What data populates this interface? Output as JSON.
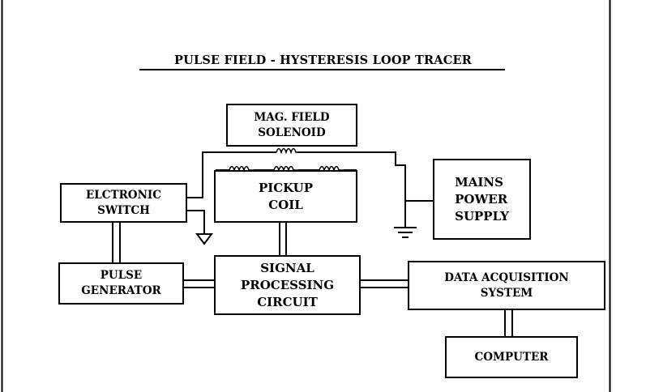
{
  "diagram": {
    "title": "PULSE  FIELD - HYSTERESIS LOOP TRACER",
    "blocks": {
      "solenoid": "MAG. FIELD\nSOLENOID",
      "mains": "MAINS\nPOWER\nSUPPLY",
      "switch": "ELCTRONIC\nSWITCH",
      "pickup": "PICKUP\nCOIL",
      "pulse": "PULSE\nGENERATOR",
      "signal": "SIGNAL\nPROCESSING\nCIRCUIT",
      "daq": "DATA ACQUISITION\nSYSTEM",
      "computer": "COMPUTER"
    },
    "colors": {
      "line": "#000000",
      "background": "#ffffff"
    }
  }
}
